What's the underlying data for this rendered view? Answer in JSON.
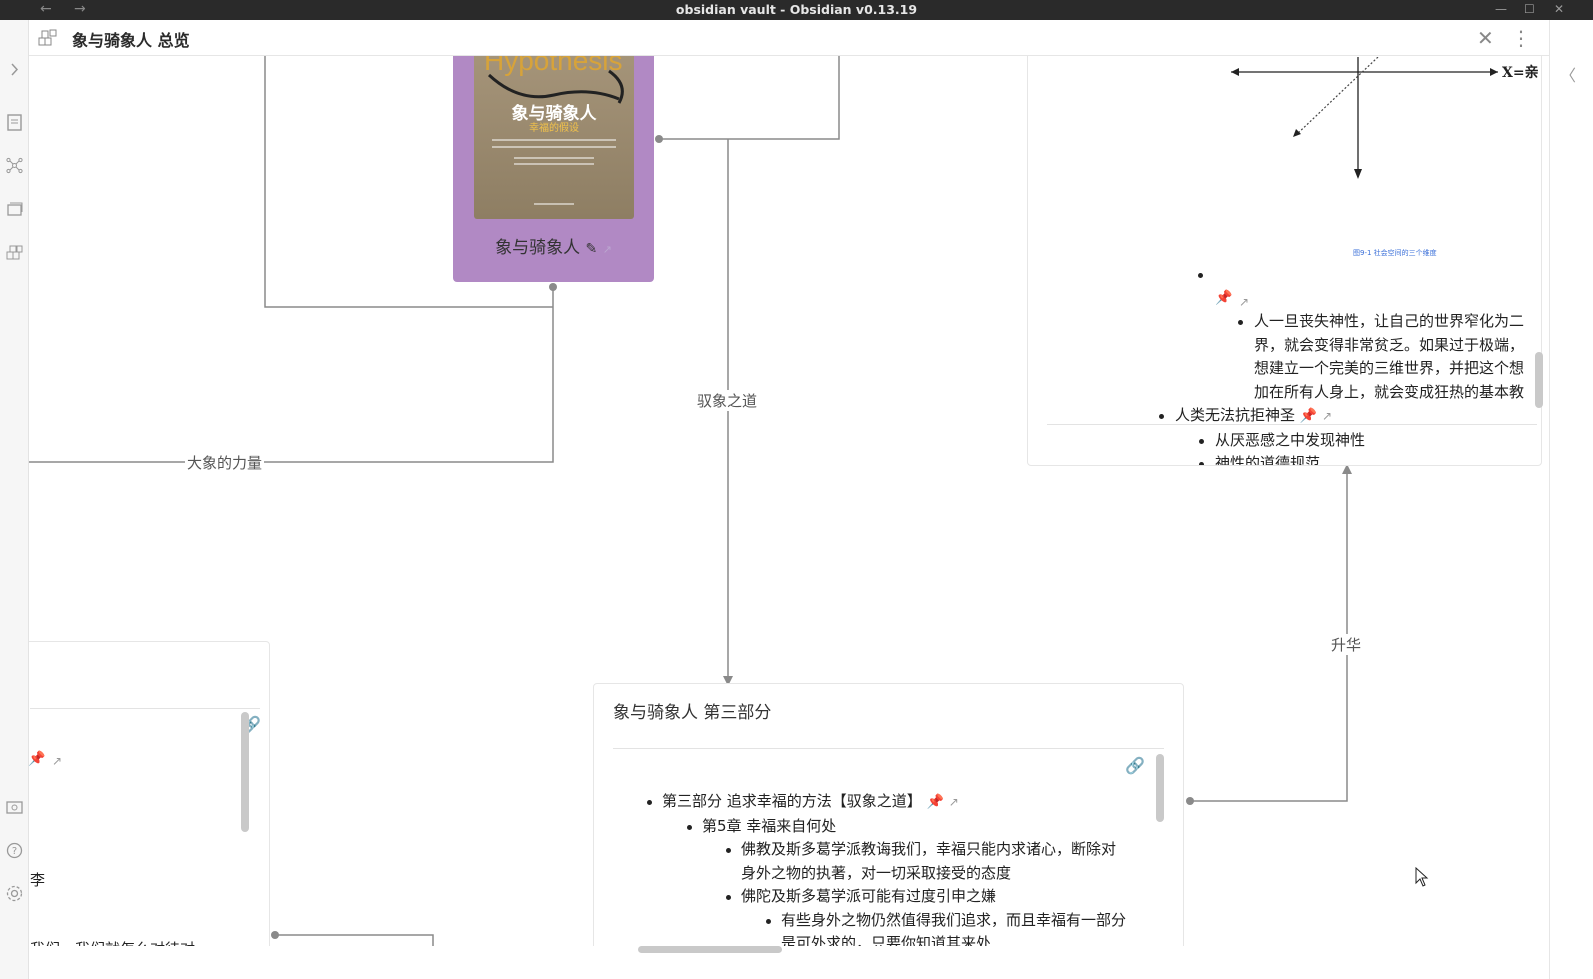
{
  "window": {
    "title": "obsidian vault - Obsidian v0.13.19",
    "back_glyph": "←",
    "forward_glyph": "→",
    "minimize_glyph": "—",
    "maximize_glyph": "☐",
    "close_glyph": "✕"
  },
  "header": {
    "title": "象与骑象人 总览",
    "close_glyph": "✕",
    "more_glyph": "⋮"
  },
  "ribbon": {
    "items": [
      "file-explorer-icon",
      "graph-view-icon",
      "slides-icon",
      "canvas-icon",
      "vault-icon",
      "help-icon",
      "settings-icon"
    ]
  },
  "right_sidebar": {
    "chevron_glyph": "〈"
  },
  "canvas": {
    "edge_labels": {
      "elephant_power": "大象的力量",
      "ride_elephant": "驭象之道",
      "sublimation": "升华"
    },
    "book_node": {
      "cover_title_en": "Hypothesis",
      "cover_title_cn": "象与骑象人",
      "cover_subtitle": "幸福的假设",
      "caption": "象与骑象人"
    },
    "top_right_node": {
      "axis_label": "X=亲",
      "figure_caption": "图9-1 社会空间的三个维度",
      "items": [
        {
          "text": "人一旦丧失神性，让自己的世界窄化为二"
        },
        {
          "text": "界，就会变得非常贫乏。如果过于极端，"
        },
        {
          "text": "想建立一个完美的三维世界，并把这个想"
        },
        {
          "text": "加在所有人身上，就会变成狂热的基本教"
        }
      ],
      "bullet_humans": "人类无法抗拒神圣",
      "sub1": "从厌恶感之中发现神性",
      "sub2": "神性的道德规范"
    },
    "part3_node": {
      "title": "象与骑象人 第三部分",
      "l1": "第三部分 追求幸福的方法【驭象之道】",
      "l2": "第5章 幸福来自何处",
      "l3a_line1": "佛教及斯多葛学派教诲我们，幸福只能内求诸心，断除对",
      "l3a_line2": "身外之物的执著，对一切采取接受的态度",
      "l3b": "佛陀及斯多葛学派可能有过度引申之嫌",
      "l4_line1": "有些身外之物仍然值得我们追求，而且幸福有一部分",
      "l4_line2": "是可外求的，只要你知道其来处"
    },
    "left_node": {
      "fragment1": "李",
      "fragment2": "我们，我们就怎么对待对"
    }
  },
  "colors": {
    "book_node_bg": "#b189c4",
    "link_icon": "#8a78c6",
    "pin": "#d4472b"
  }
}
